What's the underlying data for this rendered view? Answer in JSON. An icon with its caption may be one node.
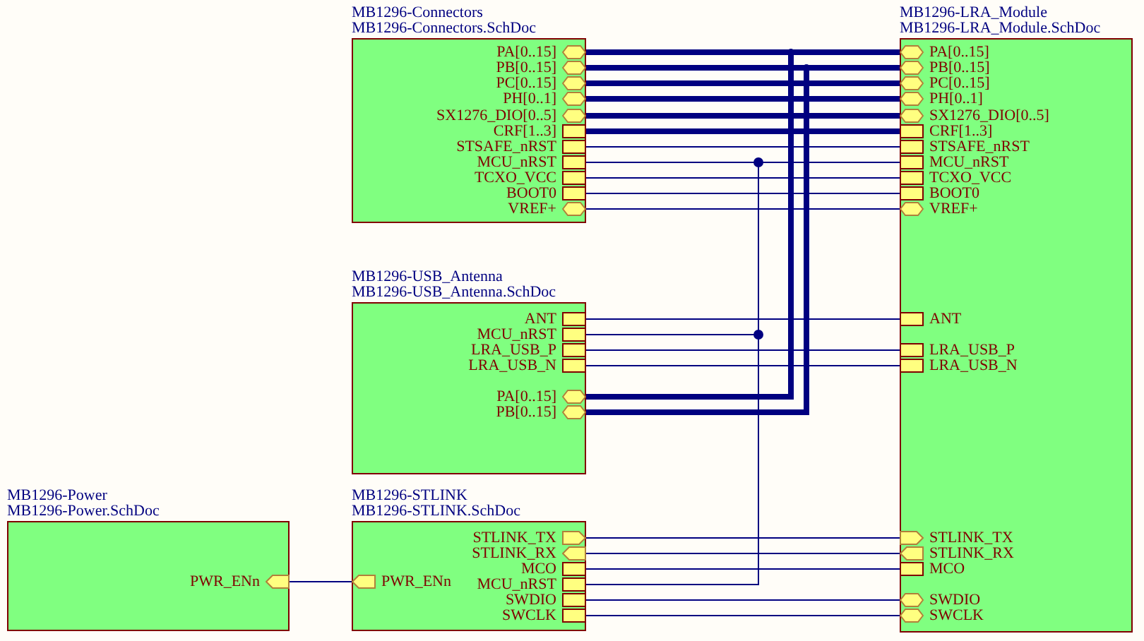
{
  "diagram": {
    "nodes": [
      {
        "text": [
          "MB1296-Connectors",
          "MB1296-Connectors.SchDoc"
        ]
      },
      {
        "text": [
          "PA[0..15]"
        ],
        "in": 0
      },
      {
        "text": [
          "PB[0..15]"
        ],
        "in": 0
      },
      {
        "text": [
          "PC[0..15]"
        ],
        "in": 0
      },
      {
        "text": [
          "PH[0..1]"
        ],
        "in": 0
      },
      {
        "text": [
          "SX1276_DIO[0..5]"
        ],
        "in": 0
      },
      {
        "text": [
          "CRF[1..3]"
        ],
        "in": 0
      },
      {
        "text": [
          "STSAFE_nRST"
        ],
        "in": 0
      },
      {
        "text": [
          "MCU_nRST"
        ],
        "in": 0
      },
      {
        "text": [
          "TCXO_VCC"
        ],
        "in": 0
      },
      {
        "text": [
          "BOOT0"
        ],
        "in": 0
      },
      {
        "text": [
          "VREF+"
        ],
        "in": 0
      },
      {
        "text": [
          "MB1296-LRA_Module",
          "MB1296-LRA_Module.SchDoc"
        ]
      },
      {
        "text": [
          "PA[0..15]"
        ],
        "in": 12
      },
      {
        "text": [
          "PB[0..15]"
        ],
        "in": 12
      },
      {
        "text": [
          "PC[0..15]"
        ],
        "in": 12
      },
      {
        "text": [
          "PH[0..1]"
        ],
        "in": 12
      },
      {
        "text": [
          "SX1276_DIO[0..5]"
        ],
        "in": 12
      },
      {
        "text": [
          "CRF[1..3]"
        ],
        "in": 12
      },
      {
        "text": [
          "STSAFE_nRST"
        ],
        "in": 12
      },
      {
        "text": [
          "MCU_nRST"
        ],
        "in": 12
      },
      {
        "text": [
          "TCXO_VCC"
        ],
        "in": 12
      },
      {
        "text": [
          "BOOT0"
        ],
        "in": 12
      },
      {
        "text": [
          "VREF+"
        ],
        "in": 12
      },
      {
        "text": [
          "ANT"
        ],
        "in": 12
      },
      {
        "text": [
          "LRA_USB_P"
        ],
        "in": 12
      },
      {
        "text": [
          "LRA_USB_N"
        ],
        "in": 12
      },
      {
        "text": [
          "STLINK_TX"
        ],
        "in": 12
      },
      {
        "text": [
          "STLINK_RX"
        ],
        "in": 12
      },
      {
        "text": [
          "MCO"
        ],
        "in": 12
      },
      {
        "text": [
          "SWDIO"
        ],
        "in": 12
      },
      {
        "text": [
          "SWCLK"
        ],
        "in": 12
      },
      {
        "text": [
          "MB1296-USB_Antenna",
          "MB1296-USB_Antenna.SchDoc"
        ]
      },
      {
        "text": [
          "ANT"
        ],
        "in": 32
      },
      {
        "text": [
          "MCU_nRST"
        ],
        "in": 32
      },
      {
        "text": [
          "LRA_USB_P"
        ],
        "in": 32
      },
      {
        "text": [
          "LRA_USB_N"
        ],
        "in": 32
      },
      {
        "text": [
          "PA[0..15]"
        ],
        "in": 32
      },
      {
        "text": [
          "PB[0..15]"
        ],
        "in": 32
      },
      {
        "text": [
          "MB1296-Power",
          "MB1296-Power.SchDoc"
        ]
      },
      {
        "text": [
          "PWR_ENn"
        ],
        "in": 39
      },
      {
        "text": [
          "MB1296-STLINK",
          "MB1296-STLINK.SchDoc"
        ]
      },
      {
        "text": [
          "PWR_ENn"
        ],
        "in": 41
      },
      {
        "text": [
          "STLINK_TX"
        ],
        "in": 41
      },
      {
        "text": [
          "STLINK_RX"
        ],
        "in": 41
      },
      {
        "text": [
          "MCO"
        ],
        "in": 41
      },
      {
        "text": [
          "MCU_nRST"
        ],
        "in": 41
      },
      {
        "text": [
          "SWDIO"
        ],
        "in": 41
      },
      {
        "text": [
          "SWCLK"
        ],
        "in": 41
      }
    ],
    "edges": [
      {
        "from": 1,
        "to": 13,
        "arrow": "none",
        "style": "thick"
      },
      {
        "from": 2,
        "to": 14,
        "arrow": "none",
        "style": "thick"
      },
      {
        "from": 3,
        "to": 15,
        "arrow": "none",
        "style": "thick"
      },
      {
        "from": 4,
        "to": 16,
        "arrow": "none",
        "style": "thick"
      },
      {
        "from": 5,
        "to": 17,
        "arrow": "none",
        "style": "thick"
      },
      {
        "from": 6,
        "to": 18,
        "arrow": "none",
        "style": "thick"
      },
      {
        "from": 7,
        "to": 19,
        "arrow": "none"
      },
      {
        "from": 8,
        "to": 20,
        "arrow": "none"
      },
      {
        "from": 9,
        "to": 21,
        "arrow": "none"
      },
      {
        "from": 10,
        "to": 22,
        "arrow": "none"
      },
      {
        "from": 11,
        "to": 23,
        "arrow": "none"
      },
      {
        "from": 37,
        "to": 13,
        "arrow": "none",
        "style": "thick"
      },
      {
        "from": 38,
        "to": 14,
        "arrow": "none",
        "style": "thick"
      },
      {
        "from": 33,
        "to": 24,
        "arrow": "none"
      },
      {
        "from": 34,
        "to": 20,
        "arrow": "none"
      },
      {
        "from": 35,
        "to": 25,
        "arrow": "none"
      },
      {
        "from": 36,
        "to": 26,
        "arrow": "none"
      },
      {
        "from": 40,
        "to": 42,
        "arrow": "none"
      },
      {
        "from": 43,
        "to": 27,
        "arrow": "none"
      },
      {
        "from": 44,
        "to": 28,
        "arrow": "none"
      },
      {
        "from": 45,
        "to": 29,
        "arrow": "none"
      },
      {
        "from": 46,
        "to": 20,
        "arrow": "none"
      },
      {
        "from": 47,
        "to": 30,
        "arrow": "none"
      },
      {
        "from": 48,
        "to": 31,
        "arrow": "none"
      }
    ]
  }
}
